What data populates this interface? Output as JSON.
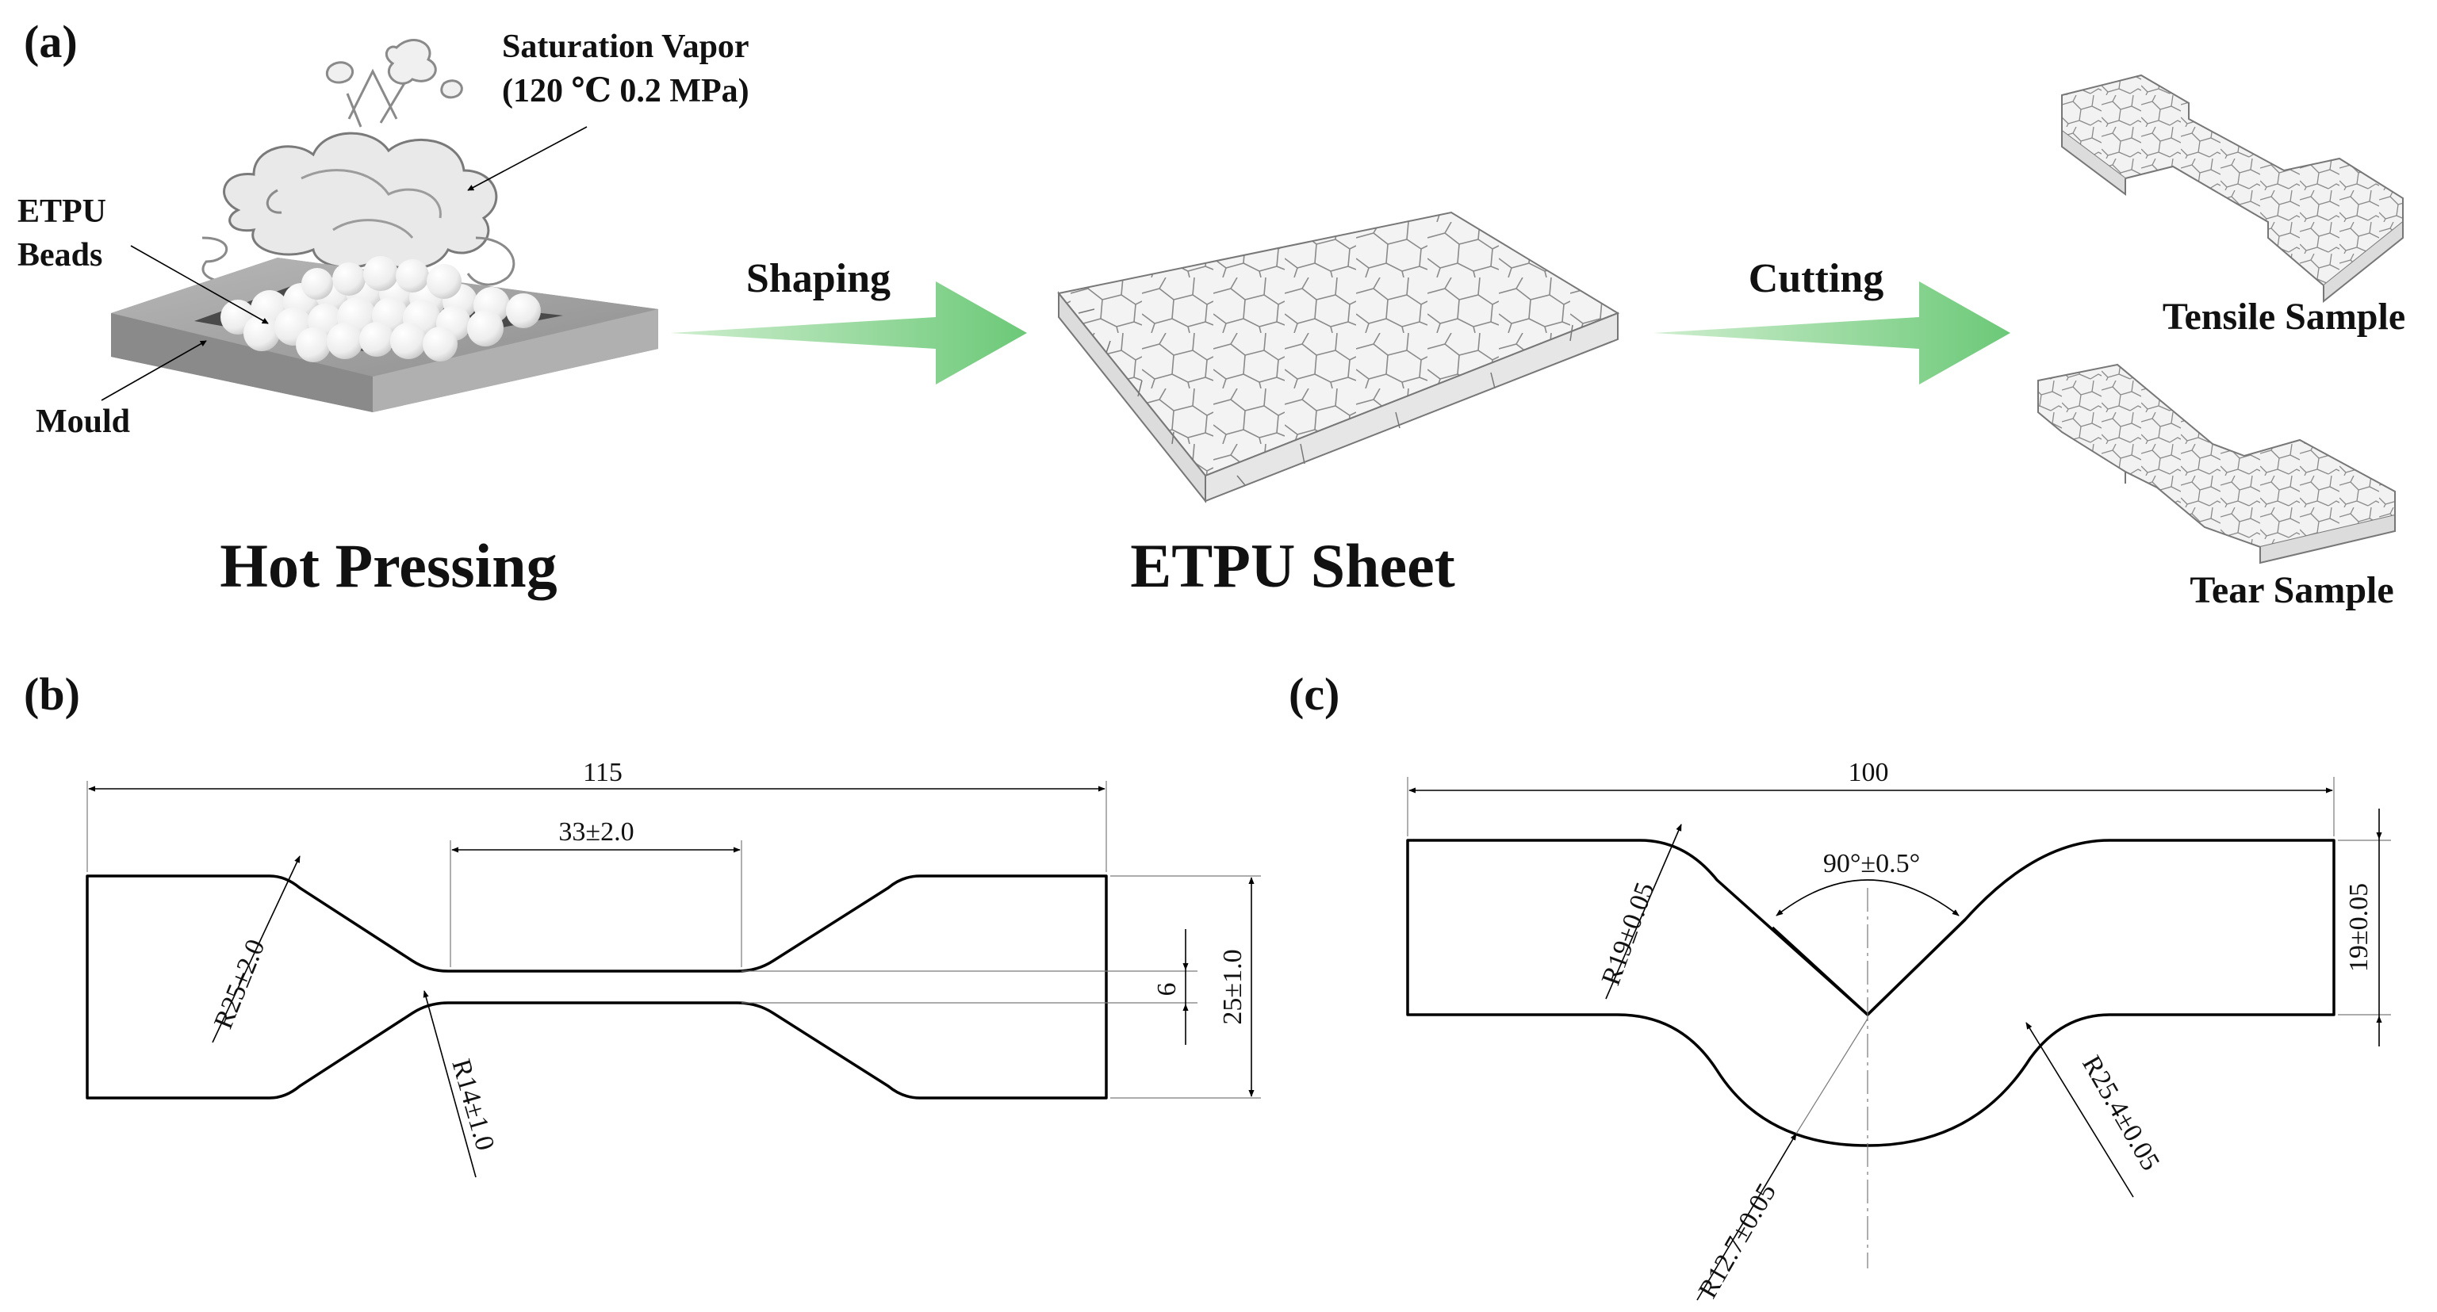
{
  "panel_a": {
    "label": "(a)",
    "steam_label_line1": "Saturation Vapor",
    "steam_label_line2": "(120 ℃ 0.2 MPa)",
    "beads_label_line1": "ETPU",
    "beads_label_line2": "Beads",
    "mould_label": "Mould",
    "hot_pressing_title": "Hot Pressing",
    "shaping_label": "Shaping",
    "sheet_title": "ETPU Sheet",
    "cutting_label": "Cutting",
    "tensile_label": "Tensile Sample",
    "tear_label": "Tear Sample",
    "arrow_color": "#7fcf86"
  },
  "panel_b": {
    "label": "(b)",
    "overall_length": "115",
    "gauge_length": "33±2.0",
    "outer_radius": "R25±2.0",
    "inner_radius": "R14±1.0",
    "narrow_width": "6",
    "end_width": "25±1.0"
  },
  "panel_c": {
    "label": "(c)",
    "overall_length": "100",
    "angle": "90°±0.5°",
    "upper_radius": "R19±0.05",
    "width": "19±0.05",
    "lower_radius_right": "R25.4±0.05",
    "lower_radius_center": "R12.7±0.05"
  }
}
